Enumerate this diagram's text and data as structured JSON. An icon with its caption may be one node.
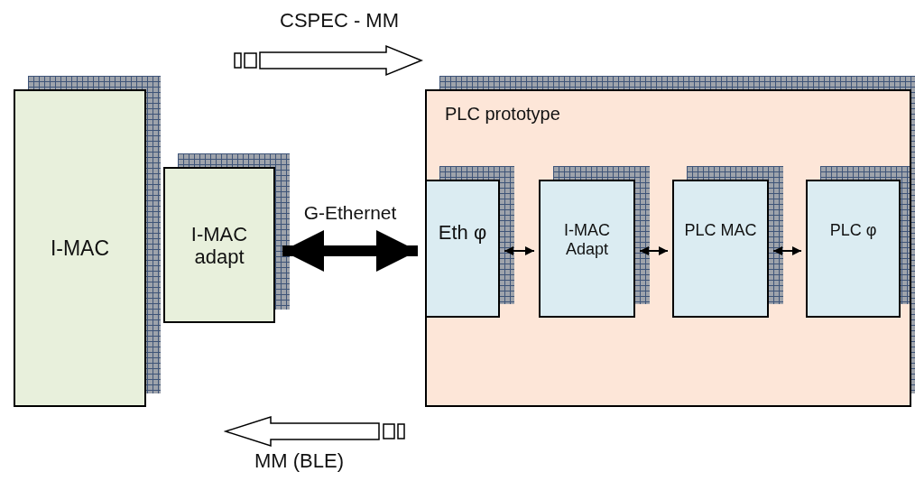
{
  "diagram": {
    "nodes": [
      {
        "text": [
          "I-MAC"
        ]
      },
      {
        "text": [
          "I-MAC adapt"
        ]
      },
      {
        "text": [
          "PLC prototype"
        ]
      },
      {
        "text": [
          "Eth φ"
        ],
        "in": 2
      },
      {
        "text": [
          "I-MAC Adapt"
        ],
        "in": 2
      },
      {
        "text": [
          "PLC MAC"
        ],
        "in": 2
      },
      {
        "text": [
          "PLC φ"
        ],
        "in": 2
      }
    ],
    "edges": [
      {
        "from": 1,
        "to": 3,
        "arrow": "both",
        "label": "G-Ethernet",
        "style": "thick"
      },
      {
        "from": 3,
        "to": 4,
        "arrow": "both"
      },
      {
        "from": 4,
        "to": 5,
        "arrow": "both"
      },
      {
        "from": 5,
        "to": 6,
        "arrow": "both"
      }
    ],
    "labels": [
      "CSPEC - MM",
      "MM (BLE)"
    ]
  }
}
